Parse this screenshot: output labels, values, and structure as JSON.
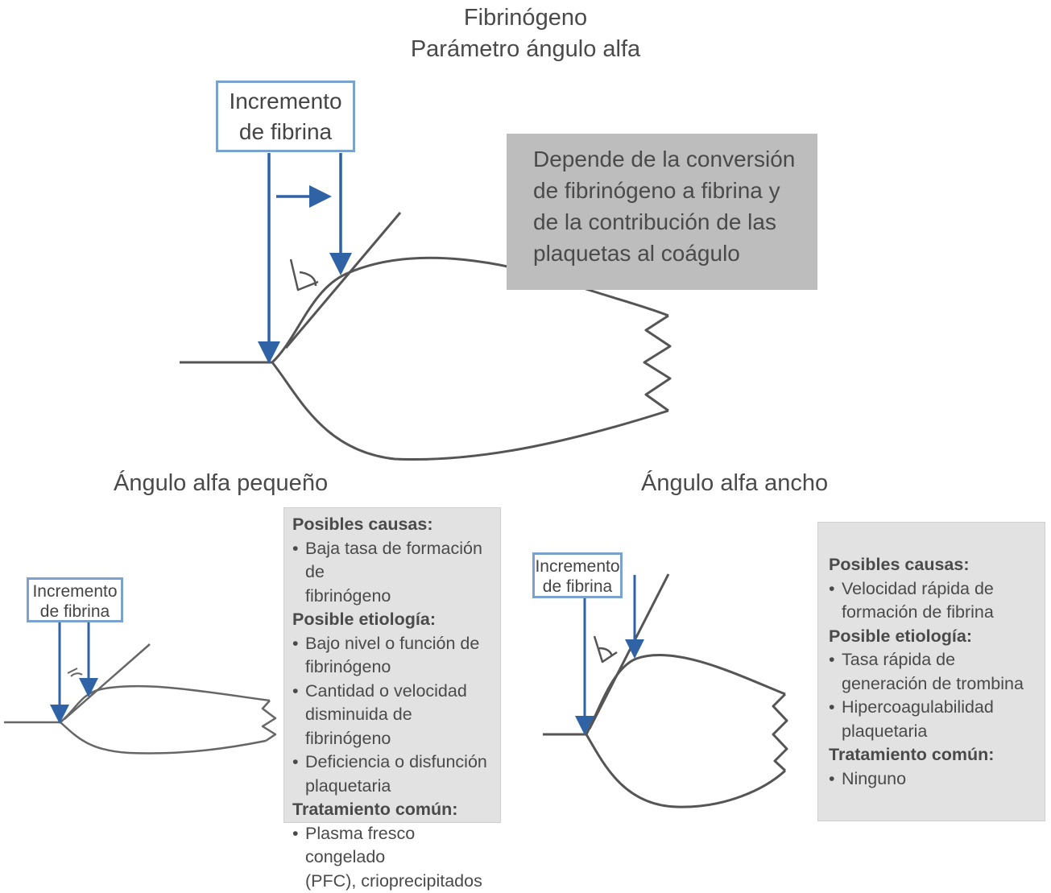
{
  "title": {
    "line1": "Fibrinógeno",
    "line2": "Parámetro ángulo alfa"
  },
  "main": {
    "label_line1": "Incremento",
    "label_line2": "de fibrina",
    "description": [
      "Depende de la conversión",
      "de fibrinógeno a fibrina y",
      "de la contribución de las",
      "plaquetas al coágulo"
    ]
  },
  "small": {
    "heading": "Ángulo alfa pequeño",
    "label_line1": "Incremento",
    "label_line2": "de fibrina",
    "causes_title": "Posibles causas:",
    "causes": [
      [
        "Baja tasa de formación de",
        "fibrinógeno"
      ]
    ],
    "etiology_title": "Posible etiología:",
    "etiology": [
      [
        "Bajo nivel o función de",
        "fibrinógeno"
      ],
      [
        "Cantidad o velocidad",
        "disminuida de fibrinógeno"
      ],
      [
        "Deficiencia o disfunción",
        "plaquetaria"
      ]
    ],
    "treatment_title": "Tratamiento común:",
    "treatment": [
      [
        "Plasma fresco congelado",
        "(PFC), crioprecipitados"
      ]
    ]
  },
  "wide": {
    "heading": "Ángulo alfa ancho",
    "label_line1": "Incremento",
    "label_line2": "de fibrina",
    "causes_title": "Posibles causas:",
    "causes": [
      [
        "Velocidad rápida de",
        "formación de fibrina"
      ]
    ],
    "etiology_title": "Posible etiología:",
    "etiology": [
      [
        "Tasa rápida de",
        "generación de trombina"
      ],
      [
        "Hipercoagulabilidad",
        "plaquetaria"
      ]
    ],
    "treatment_title": "Tratamiento común:",
    "treatment": [
      [
        "Ninguno"
      ]
    ]
  },
  "colors": {
    "arrow": "#2f63a6",
    "curve": "#555555",
    "box_border": "#7aa2cc"
  }
}
